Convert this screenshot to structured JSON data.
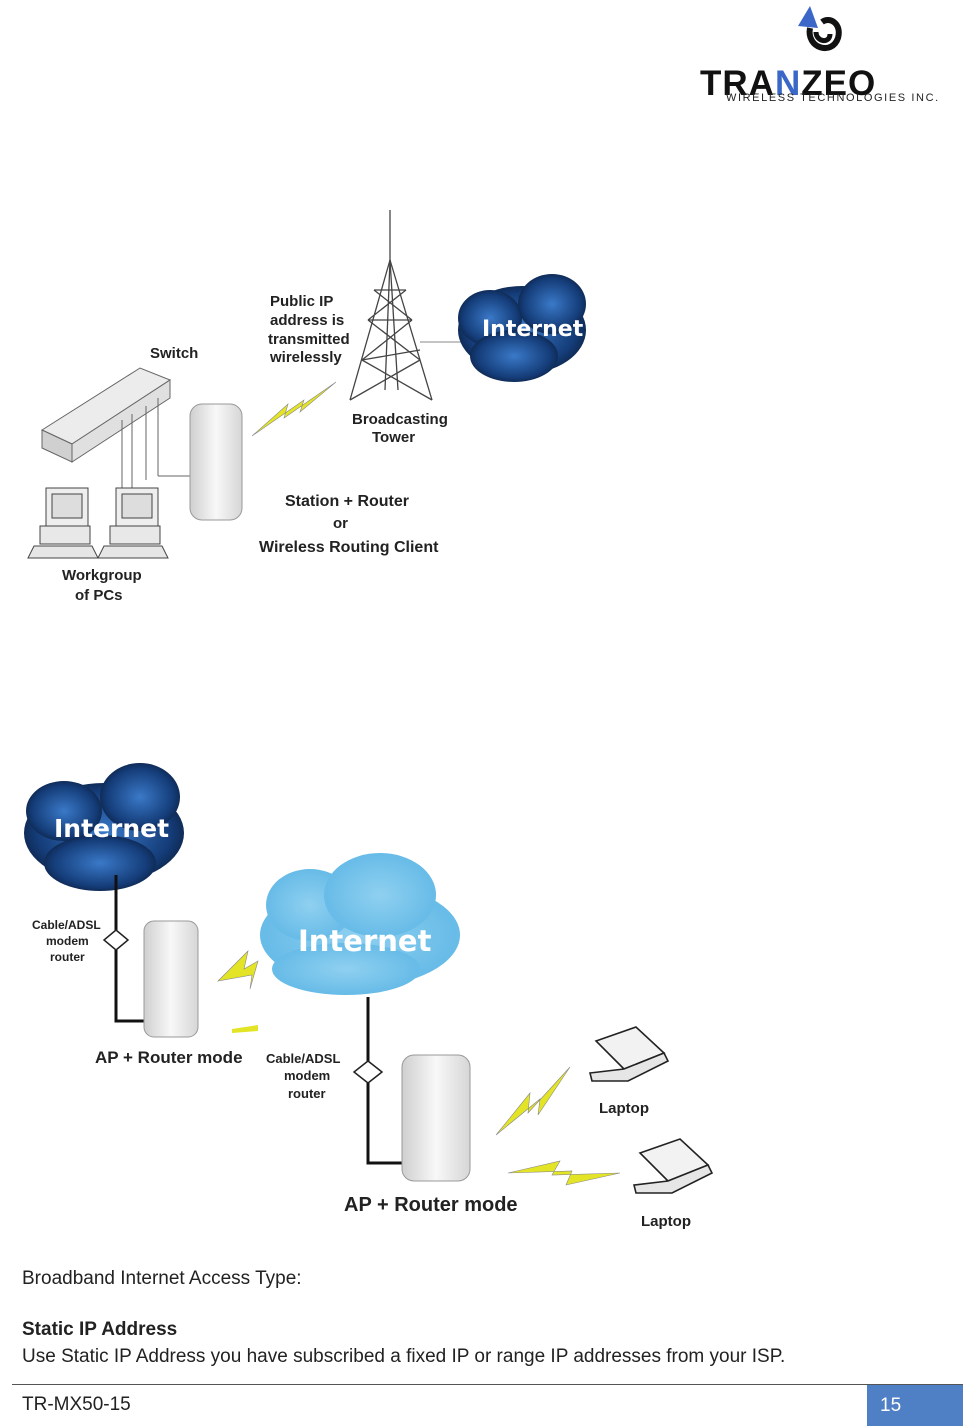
{
  "logo": {
    "word_1": "TRA",
    "word_2": "N",
    "word_3": "ZEO",
    "subtitle": "WIRELESS TECHNOLOGIES INC."
  },
  "figure1": {
    "switch": "Switch",
    "public_ip": [
      "Public IP",
      "address is",
      "transmitted",
      "wirelessly"
    ],
    "internet": "Internet",
    "tower": [
      "Broadcasting",
      "Tower"
    ],
    "mode": [
      "Station + Router",
      "or",
      "Wireless Routing Client"
    ],
    "workgroup": [
      "Workgroup",
      "of PCs"
    ]
  },
  "figure2": {
    "internet_1": "Internet",
    "internet_2": "Internet",
    "modem_1": [
      "Cable/ADSL",
      "modem",
      "router"
    ],
    "modem_2": [
      "Cable/ADSL",
      "modem",
      "router"
    ],
    "ap_mode_1": "AP + Router mode",
    "ap_mode_2": "AP + Router mode",
    "laptop_1": "Laptop",
    "laptop_2": "Laptop"
  },
  "text": {
    "access_type": "Broadband Internet Access Type:",
    "static_heading": "Static IP Address",
    "static_desc": "Use Static IP Address you have subscribed a fixed IP or range IP addresses from your ISP."
  },
  "footer": {
    "doc_id": "TR-MX50-15",
    "page": "15"
  },
  "colors": {
    "accent": "#3a67c8",
    "page_box": "#4f7fc4"
  }
}
